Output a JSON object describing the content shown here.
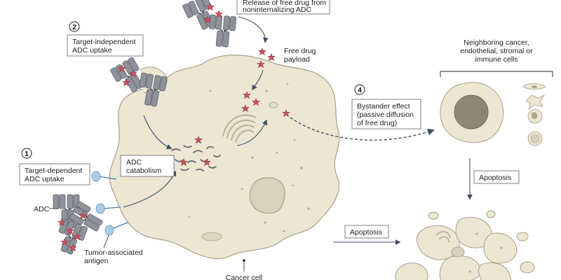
{
  "labels": {
    "top_cut_line1": "Release of free drug from",
    "top_cut_line2": "noninternalizing ADC",
    "free_drug_line1": "Free drug",
    "free_drug_line2": "payload",
    "step2_number": "2",
    "step2_line1": "Target-independent",
    "step2_line2": "ADC uptake",
    "step1_number": "1",
    "step1_line1": "Target-dependent",
    "step1_line2": "ADC uptake",
    "catabolism_line1": "ADC",
    "catabolism_line2": "catabolism",
    "step4_number": "4",
    "bystander_line1": "Bystander effect",
    "bystander_line2": "(passive diffusion",
    "bystander_line3": "of free drug)",
    "neighbor_line1": "Neighboring cancer,",
    "neighbor_line2": "endothelial, stromal or",
    "neighbor_line3": "immune cells",
    "apoptosis_right": "Apoptosis",
    "apoptosis_bottom": "Apoptosis",
    "adc": "ADC",
    "antigen_line1": "Tumor-associated",
    "antigen_line2": "antigen",
    "cancer_cell": "Cancer cell"
  },
  "colors": {
    "cell_fill": "#ece6d3",
    "cell_stroke": "#a8a08a",
    "antibody": "#8e929a",
    "antibody_dark": "#5c616a",
    "drug": "#c8555e",
    "antigen": "#a9cde6",
    "arrow": "#3e4f66"
  }
}
